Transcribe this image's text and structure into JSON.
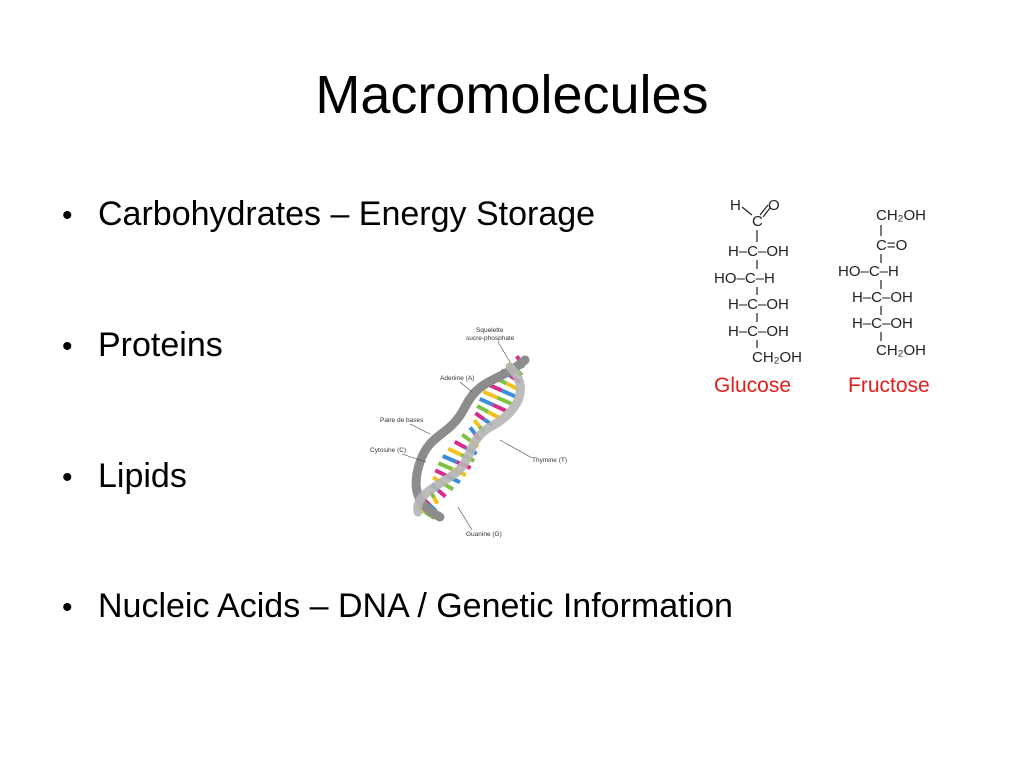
{
  "slide": {
    "title": "Macromolecules",
    "bullets": [
      "Carbohydrates – Energy Storage",
      "Proteins",
      "Lipids",
      "Nucleic Acids – DNA / Genetic Information"
    ],
    "bullet_glyph": "•"
  },
  "sugars": {
    "glucose_label": "Glucose",
    "fructose_label": "Fructose",
    "label_color": "#e0201c",
    "glucose": {
      "aldehyde_h": "H",
      "aldehyde_o": "O",
      "c1": "C",
      "rows": [
        "H–C–OH",
        "HO–C–H",
        "H–C–OH",
        "H–C–OH"
      ],
      "ch2oh": "CH₂OH"
    },
    "fructose": {
      "top": "CH₂OH",
      "ketone": "C=O",
      "rows": [
        "HO–C–H",
        "H–C–OH",
        "H–C–OH"
      ],
      "bottom": "CH₂OH"
    }
  },
  "dna": {
    "labels": {
      "backbone": "Squelette\nsucre-phosphate",
      "adenine": "Adenine (A)",
      "base_pair": "Paire de bases",
      "cytosine": "Cytosine (C)",
      "thymine": "Thymine (T)",
      "guanine": "Guanine (G)"
    },
    "base_colors": [
      "#d62b8a",
      "#f2c21b",
      "#3a8dd8",
      "#7cc242"
    ]
  }
}
